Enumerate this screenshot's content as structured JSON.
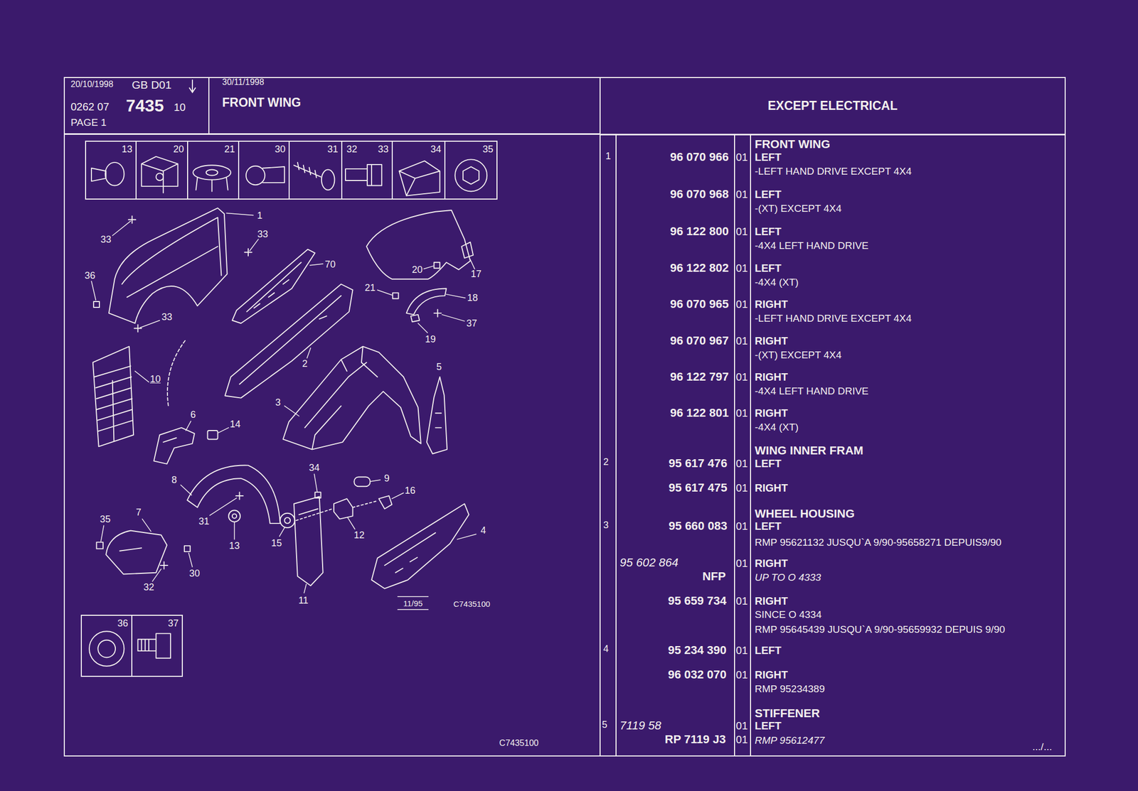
{
  "diagram": {
    "title": "FRONT WING",
    "nodes": [
      {
        "text": [
          "20/10/1998",
          "GB D01",
          "0262 07",
          "7435",
          "10",
          "PAGE 1"
        ]
      },
      {
        "text": [
          "30/11/1998"
        ]
      },
      {
        "text": [
          "EXCEPT ELECTRICAL"
        ]
      },
      {
        "text": [
          "13"
        ]
      },
      {
        "text": [
          "20"
        ]
      },
      {
        "text": [
          "21"
        ]
      },
      {
        "text": [
          "30"
        ]
      },
      {
        "text": [
          "31"
        ]
      },
      {
        "text": [
          "32",
          "33"
        ]
      },
      {
        "text": [
          "34"
        ]
      },
      {
        "text": [
          "35"
        ]
      },
      {
        "text": [
          "36"
        ]
      },
      {
        "text": [
          "37"
        ]
      }
    ],
    "labels": [
      "1",
      "33",
      "33",
      "36",
      "33",
      "70",
      "17",
      "20",
      "21",
      "18",
      "37",
      "19",
      "2",
      "10",
      "5",
      "3",
      "6",
      "14",
      "8",
      "34",
      "9",
      "16",
      "35",
      "7",
      "31",
      "13",
      "15",
      "12",
      "4",
      "30",
      "32",
      "11",
      "11/95",
      "C7435100",
      "FRONT WING",
      "1",
      "96 070 966",
      "01",
      "LEFT",
      "-LEFT HAND DRIVE EXCEPT 4X4",
      "96 070 968",
      "01",
      "LEFT",
      "-(XT) EXCEPT 4X4",
      "96 122 800",
      "01",
      "LEFT",
      "-4X4 LEFT HAND DRIVE",
      "96 122 802",
      "01",
      "LEFT",
      "-4X4 (XT)",
      "96 070 965",
      "01",
      "RIGHT",
      "-LEFT HAND DRIVE EXCEPT 4X4",
      "96 070 967",
      "01",
      "RIGHT",
      "-(XT) EXCEPT 4X4",
      "96 122 797",
      "01",
      "RIGHT",
      "-4X4 LEFT HAND DRIVE",
      "96 122 801",
      "01",
      "RIGHT",
      "-4X4 (XT)",
      "WING INNER FRAM",
      "2",
      "95 617 476",
      "01",
      "LEFT",
      "95 617 475",
      "01",
      "RIGHT",
      "WHEEL HOUSING",
      "3",
      "95 660 083",
      "01",
      "LEFT",
      "RMP 95621132 JUSQU`A 9/90-95658271 DEPUIS9/90",
      "95 602 864",
      "01",
      "RIGHT",
      "NFP",
      "UP TO O 4333",
      "95 659 734",
      "01",
      "RIGHT",
      "SINCE O 4334",
      "RMP 95645439 JUSQU`A 9/90-95659932 DEPUIS 9/90",
      "4",
      "95 234 390",
      "01",
      "LEFT",
      "96 032 070",
      "01",
      "RIGHT",
      "RMP 95234389",
      "STIFFENER",
      "5",
      "7119 58",
      "01",
      "LEFT",
      "RP 7119 J3",
      "01",
      "RMP 95612477",
      "C7435100",
      ".../..."
    ]
  }
}
